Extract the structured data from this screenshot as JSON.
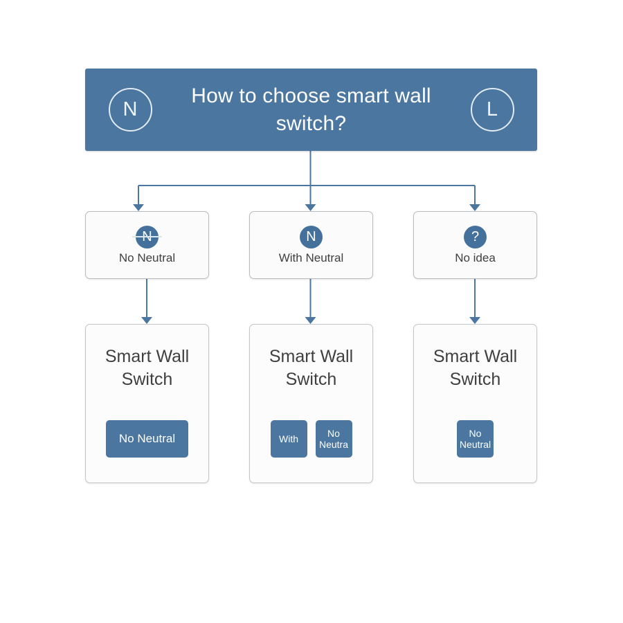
{
  "diagram": {
    "title": "How to choose smart wall switch?",
    "accent_color": "#4a769f",
    "badge_color": "#44719b",
    "card_bg": "#fbfbfb",
    "connector_color": "#4a769f",
    "header": {
      "text": "How to choose smart wall switch?",
      "left_icon": {
        "name": "neutral-wire-ring-icon",
        "glyph": "N"
      },
      "right_icon": {
        "name": "live-wire-ring-icon",
        "glyph": "L"
      }
    },
    "options": [
      {
        "id": "no-neutral",
        "label": "No Neutral",
        "icon_glyph": "N",
        "icon_name": "no-neutral-badge-icon",
        "struck": true
      },
      {
        "id": "with-neutral",
        "label": "With Neutral",
        "icon_glyph": "N",
        "icon_name": "with-neutral-badge-icon",
        "struck": false
      },
      {
        "id": "no-idea",
        "label": "No idea",
        "icon_glyph": "?",
        "icon_name": "question-badge-icon",
        "struck": false
      }
    ],
    "products": [
      {
        "id": "product-no-neutral",
        "title": "Smart Wall Switch",
        "chips": [
          {
            "label": "No Neutral",
            "shape": "wide"
          }
        ]
      },
      {
        "id": "product-with-neutral",
        "title": "Smart Wall Switch",
        "chips": [
          {
            "label": "With",
            "shape": "square"
          },
          {
            "label": "No Neutra",
            "shape": "square"
          }
        ]
      },
      {
        "id": "product-no-idea",
        "title": "Smart Wall Switch",
        "chips": [
          {
            "label": "No Neutral",
            "shape": "square"
          }
        ]
      }
    ]
  }
}
